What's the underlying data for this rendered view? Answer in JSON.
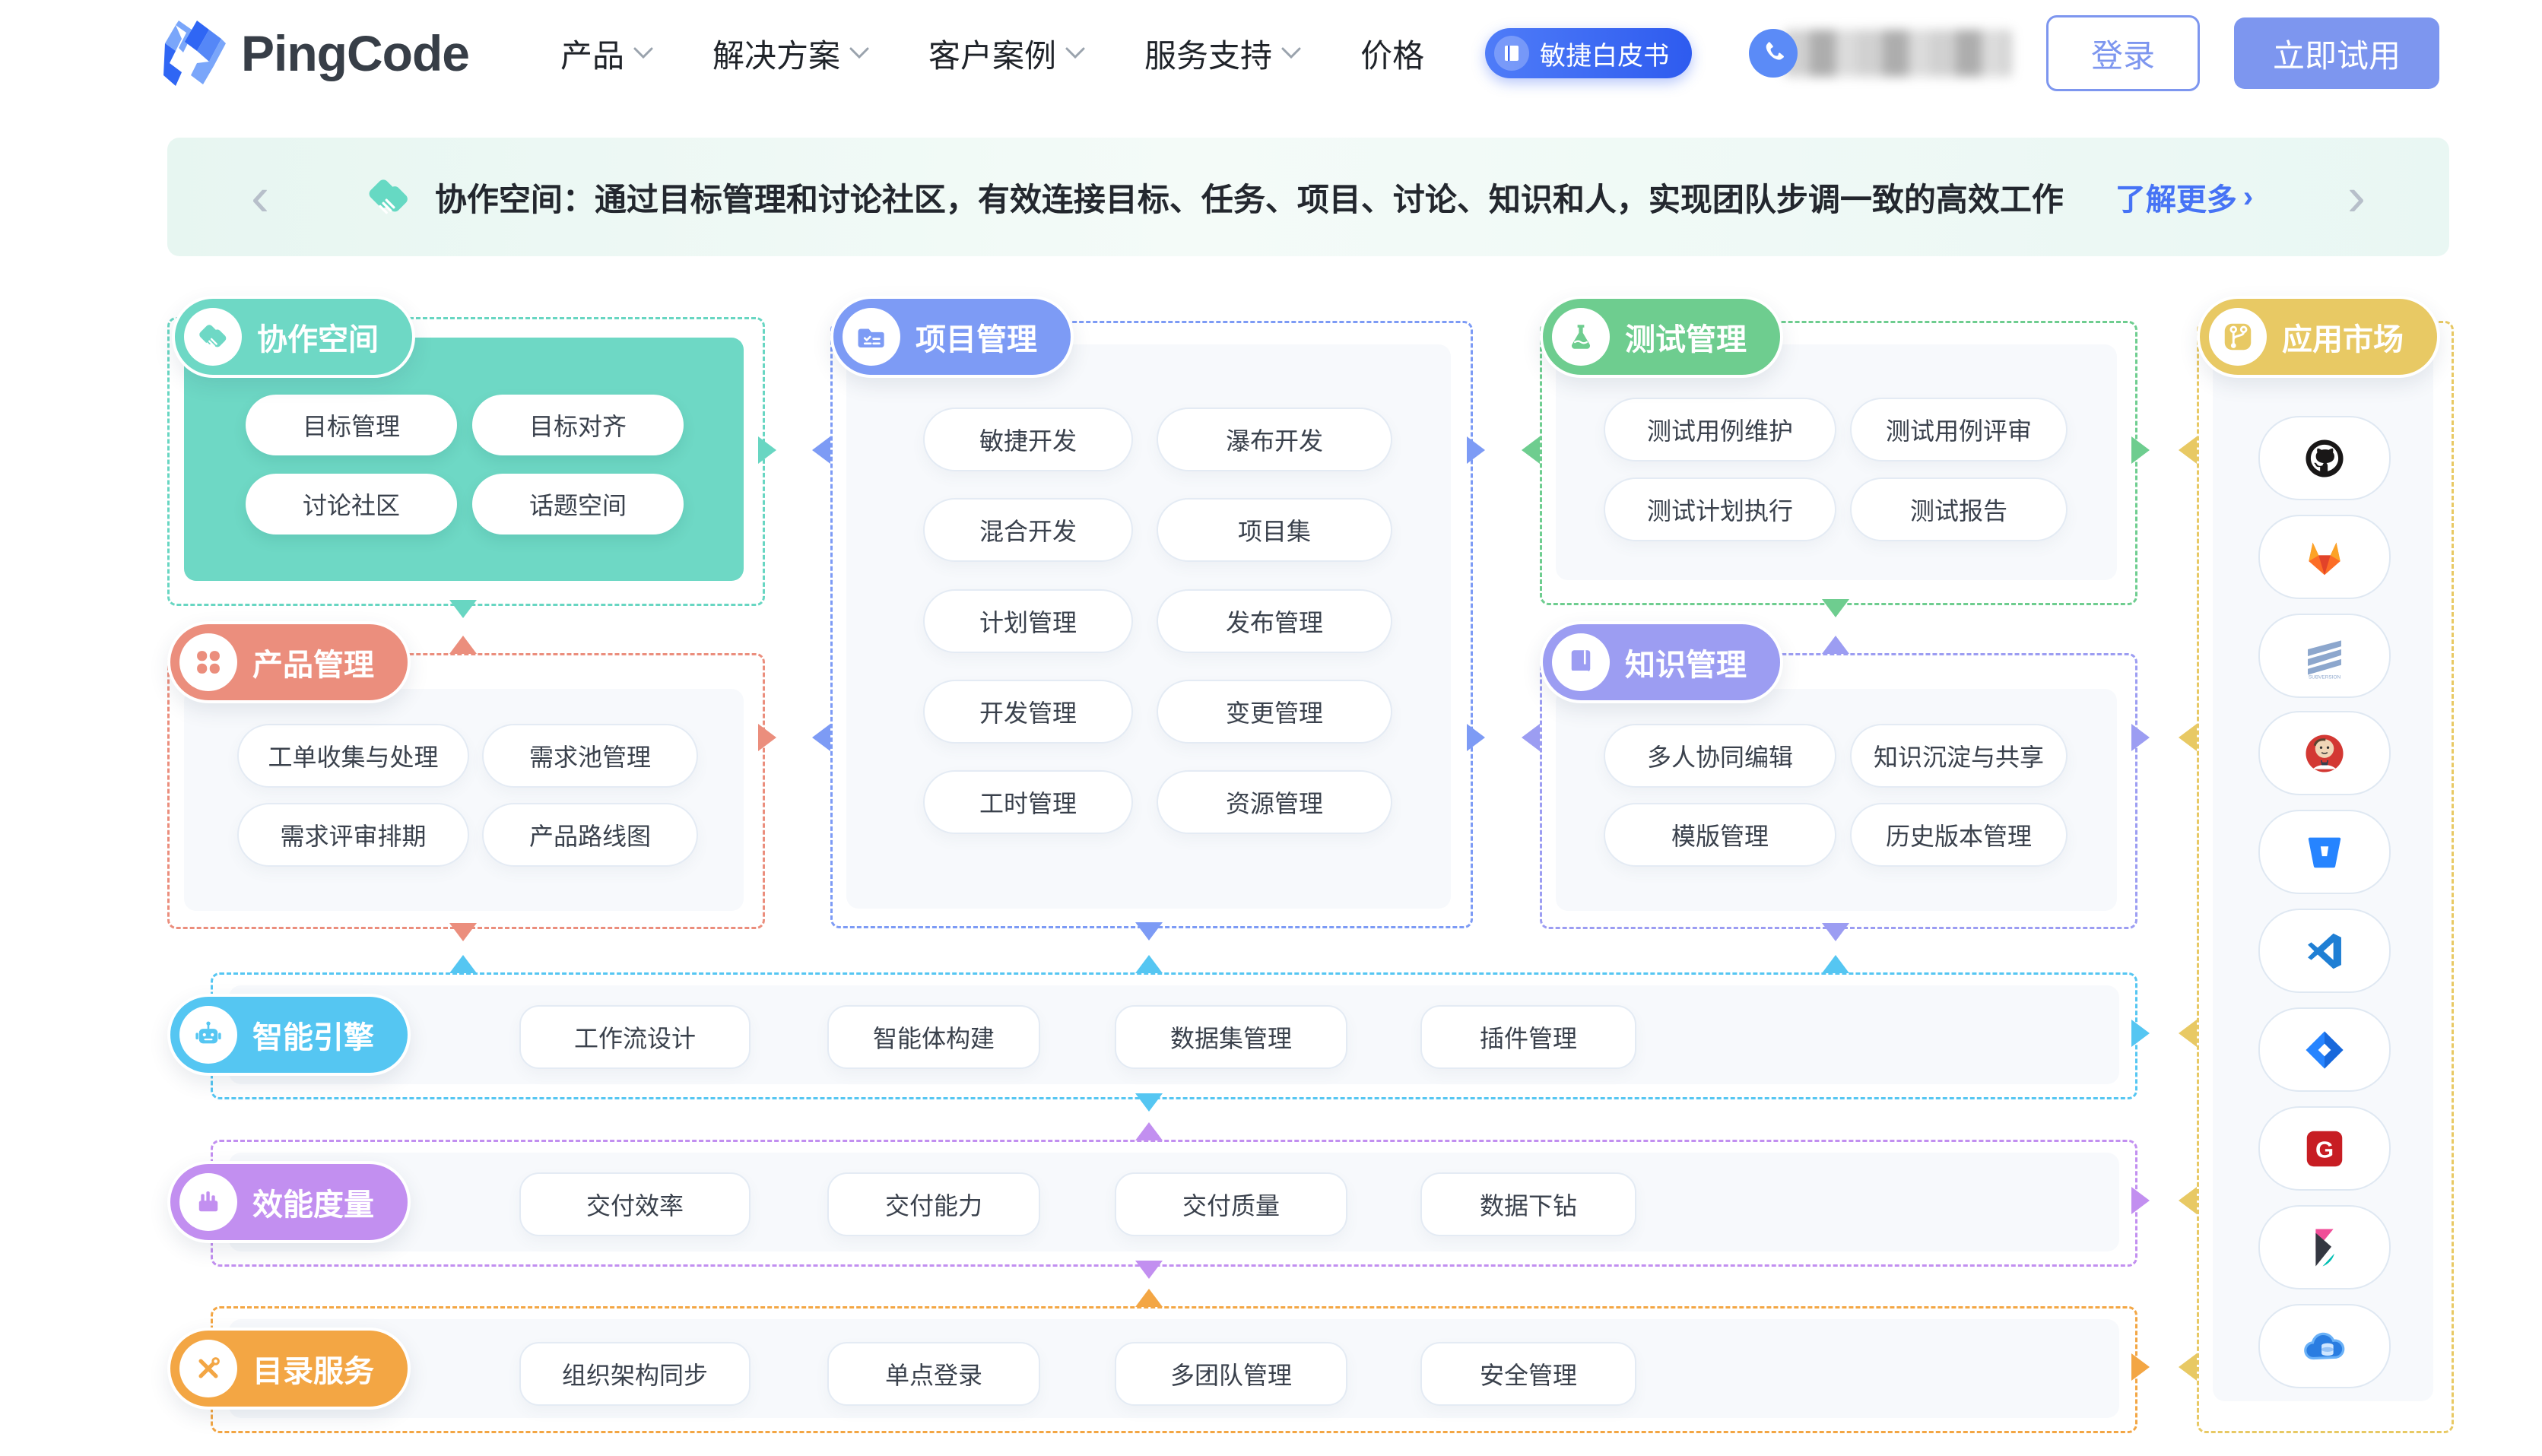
{
  "header": {
    "logo_text": "PingCode",
    "nav": {
      "products": "产品",
      "solutions": "解决方案",
      "cases": "客户案例",
      "support": "服务支持",
      "pricing": "价格"
    },
    "whitepaper_badge": "敏捷白皮书",
    "login_label": "登录",
    "try_label": "立即试用"
  },
  "banner": {
    "text": "协作空间：通过目标管理和讨论社区，有效连接目标、任务、项目、讨论、知识和人，实现团队步调一致的高效工作",
    "link_label": "了解更多",
    "link_arrow": "›",
    "prev_arrow": "‹",
    "next_arrow": "›"
  },
  "blocks": {
    "collab": {
      "title": "协作空间",
      "color": "#6ed8c5",
      "icon": "handshake-icon",
      "items": [
        "目标管理",
        "目标对齐",
        "讨论社区",
        "话题空间"
      ]
    },
    "product": {
      "title": "产品管理",
      "color": "#eb8e7d",
      "icon": "clover-icon",
      "items": [
        "工单收集与处理",
        "需求池管理",
        "需求评审排期",
        "产品路线图"
      ]
    },
    "project": {
      "title": "项目管理",
      "color": "#7d9bf5",
      "icon": "task-folder-icon",
      "items": [
        "敏捷开发",
        "瀑布开发",
        "混合开发",
        "项目集",
        "计划管理",
        "发布管理",
        "开发管理",
        "变更管理",
        "工时管理",
        "资源管理"
      ]
    },
    "test": {
      "title": "测试管理",
      "color": "#6ecd8f",
      "icon": "flask-icon",
      "items": [
        "测试用例维护",
        "测试用例评审",
        "测试计划执行",
        "测试报告"
      ]
    },
    "knowledge": {
      "title": "知识管理",
      "color": "#9c9df2",
      "icon": "book-icon",
      "items": [
        "多人协同编辑",
        "知识沉淀与共享",
        "模版管理",
        "历史版本管理"
      ]
    },
    "ai": {
      "title": "智能引擎",
      "color": "#55c6f2",
      "icon": "robot-icon",
      "items": [
        "工作流设计",
        "智能体构建",
        "数据集管理",
        "插件管理"
      ]
    },
    "metrics": {
      "title": "效能度量",
      "color": "#c28ff0",
      "icon": "bar-chart-icon",
      "items": [
        "交付效率",
        "交付能力",
        "交付质量",
        "数据下钻"
      ]
    },
    "directory": {
      "title": "目录服务",
      "color": "#f3a644",
      "icon": "tools-icon",
      "items": [
        "组织架构同步",
        "单点登录",
        "多团队管理",
        "安全管理"
      ]
    },
    "marketplace": {
      "title": "应用市场",
      "color": "#e8c964",
      "icon": "git-branch-icon",
      "apps": [
        "github-icon",
        "gitlab-icon",
        "subversion-icon",
        "jenkins-icon",
        "bitbucket-icon",
        "vscode-icon",
        "jira-icon",
        "gitee-icon",
        "kibana-icon",
        "cloud-database-icon"
      ],
      "subversion_caption": "SUBVERSION"
    }
  }
}
